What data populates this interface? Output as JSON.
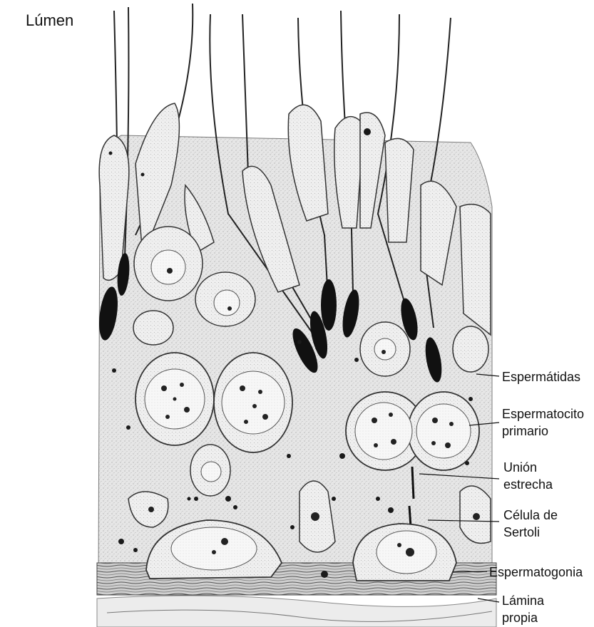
{
  "diagram": {
    "title": "Lúmen",
    "labels": {
      "spermatids": "Espermátidas",
      "primary_spermatocyte_line1": "Espermatocito",
      "primary_spermatocyte_line2": "primario",
      "tight_junction_line1": "Unión",
      "tight_junction_line2": "estrecha",
      "sertoli_cell_line1": "Célula de",
      "sertoli_cell_line2": "Sertoli",
      "spermatogonium": "Espermatogonia",
      "lamina_propria_line1": "Lámina",
      "lamina_propria_line2": "propia"
    }
  }
}
